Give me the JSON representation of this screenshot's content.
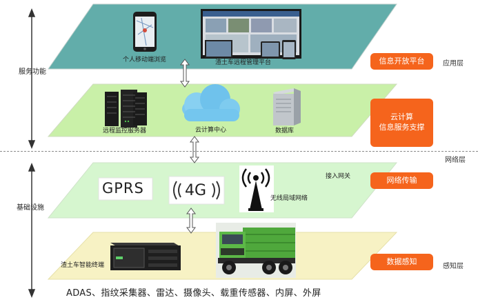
{
  "layers": {
    "application": {
      "items": [
        "个人移动端浏览",
        "渣土车远程管理平台"
      ],
      "badge": "信息开放平台",
      "side_label": "应用层",
      "color": "#5aa9a6"
    },
    "cloud": {
      "items": [
        "远程监控服务器",
        "云计算中心",
        "数据库"
      ],
      "badge_line1": "云计算",
      "badge_line2": "信息服务支撑",
      "color": "#c9f0a8"
    },
    "network": {
      "gprs": "GPRS",
      "four_g": "4G",
      "access_gateway": "接入网关",
      "wireless": "无线局域网络",
      "badge": "网络传输",
      "side_label": "网络层",
      "color": "#d6f6cf"
    },
    "perception": {
      "terminal": "渣土车智能终端",
      "badge": "数据感知",
      "side_label": "感知层",
      "devices": "ADAS、指纹采集器、雷达、摄像头、载重传感器、内屏、外屏",
      "color": "#f7f2c4"
    }
  },
  "left_axis": {
    "service_function": "服务功能",
    "infrastructure": "基础设施"
  },
  "colors": {
    "badge": "#f5641c",
    "dashed_line": "#888888"
  }
}
